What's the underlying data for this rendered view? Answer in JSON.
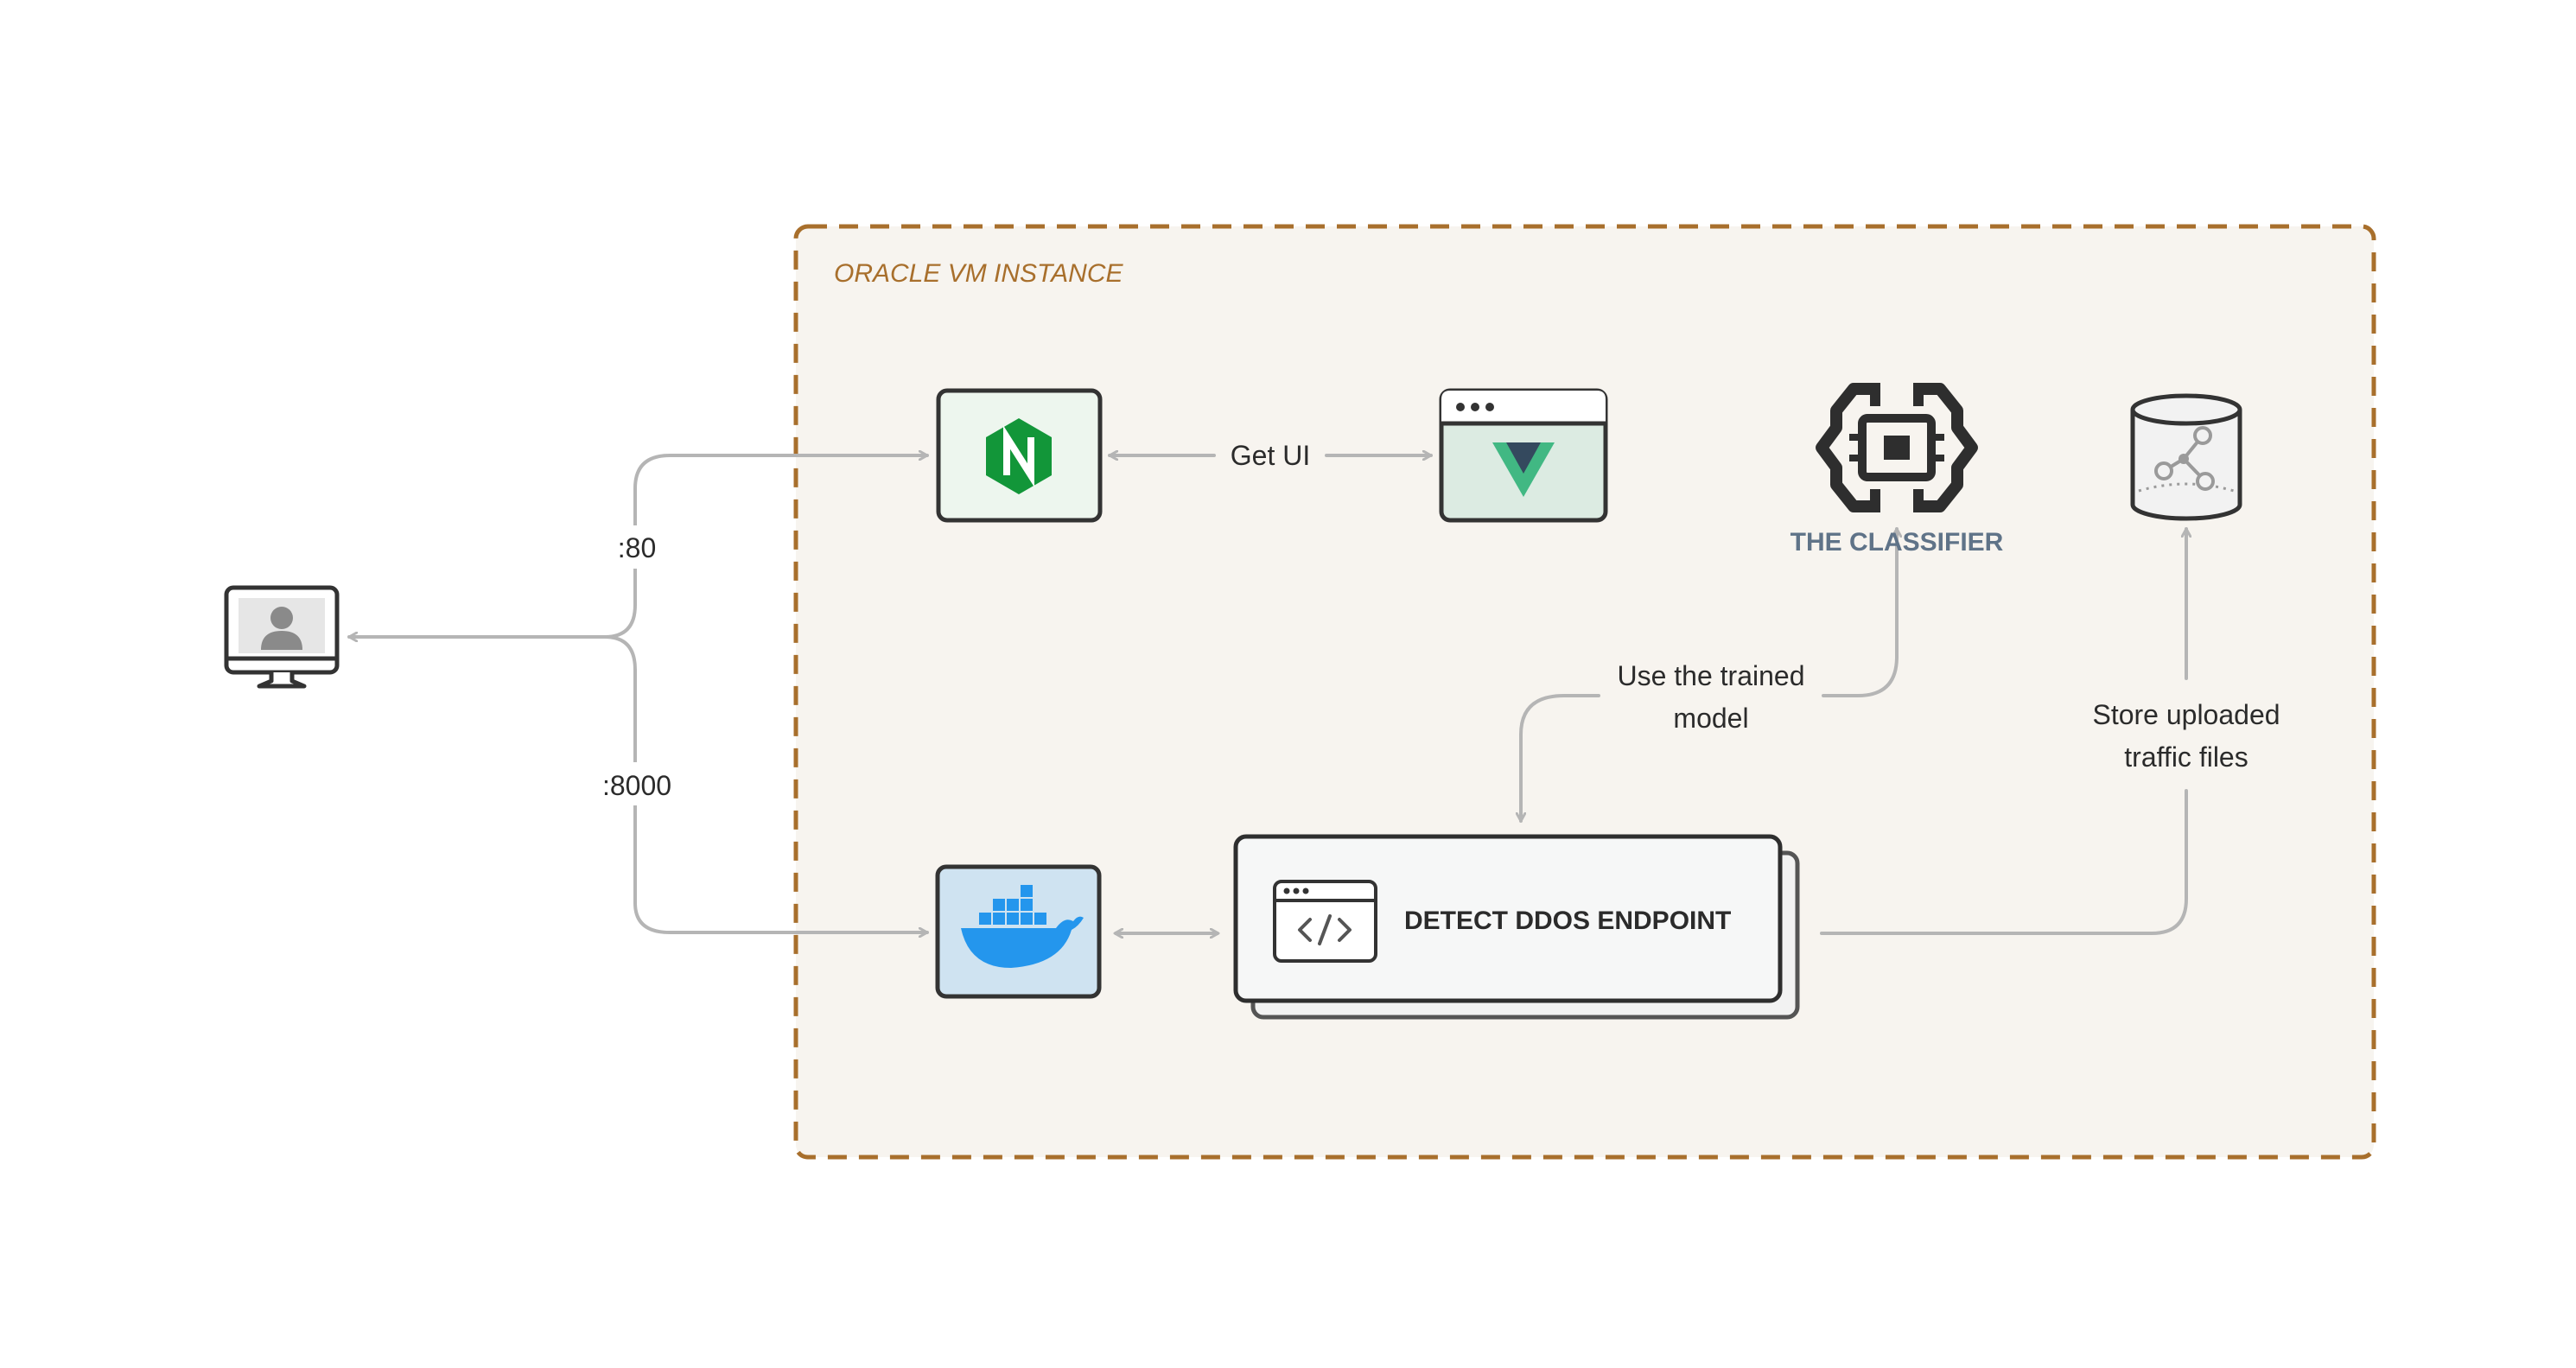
{
  "container": {
    "title": "ORACLE VM INSTANCE"
  },
  "nodes": {
    "user": {
      "icon": "monitor-user-icon"
    },
    "nginx": {
      "icon": "nginx-icon"
    },
    "vue": {
      "icon": "vue-browser-icon"
    },
    "classifier": {
      "icon": "brain-chip-icon",
      "label": "THE CLASSIFIER"
    },
    "storage": {
      "icon": "database-icon"
    },
    "docker": {
      "icon": "docker-icon"
    },
    "endpoint": {
      "icon": "code-window-icon",
      "label": "DETECT DDOS ENDPOINT"
    }
  },
  "edges": {
    "port_80": ":80",
    "port_8000": ":8000",
    "get_ui": "Get UI",
    "use_model_line1": "Use the trained",
    "use_model_line2": "model",
    "store_line1": "Store uploaded",
    "store_line2": "traffic files"
  },
  "colors": {
    "container_border": "#a86f2c",
    "container_fill": "#f7f4ef",
    "container_title": "#a86f2c",
    "nginx_green": "#129639",
    "vue_green": "#41b883",
    "vue_dark": "#34495e",
    "docker_blue": "#2496ed",
    "classifier_label": "#5f7388",
    "arrow": "#b5b5b5",
    "outline": "#333333"
  }
}
